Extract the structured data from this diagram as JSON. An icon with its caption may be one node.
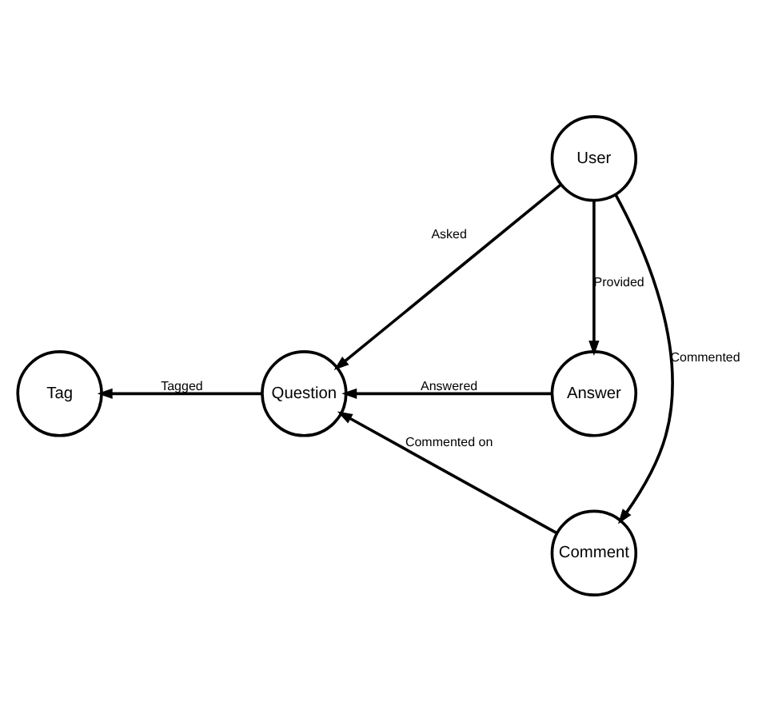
{
  "diagram": {
    "nodes": [
      {
        "text": [
          "Comment"
        ]
      },
      {
        "text": [
          "Tag"
        ]
      },
      {
        "text": [
          "Question"
        ]
      },
      {
        "text": [
          "User"
        ]
      },
      {
        "text": [
          "Answer"
        ]
      }
    ],
    "edges": [
      {
        "from": 0,
        "to": 2,
        "arrow": "to",
        "label": "Commented on"
      },
      {
        "from": 3,
        "to": 0,
        "arrow": "to",
        "label": "Commented"
      },
      {
        "from": 2,
        "to": 1,
        "arrow": "to",
        "label": "Tagged"
      },
      {
        "from": 3,
        "to": 2,
        "arrow": "to",
        "label": "Asked"
      },
      {
        "from": 3,
        "to": 4,
        "arrow": "to",
        "label": "Provided"
      },
      {
        "from": 4,
        "to": 2,
        "arrow": "to",
        "label": "Answered"
      }
    ]
  }
}
